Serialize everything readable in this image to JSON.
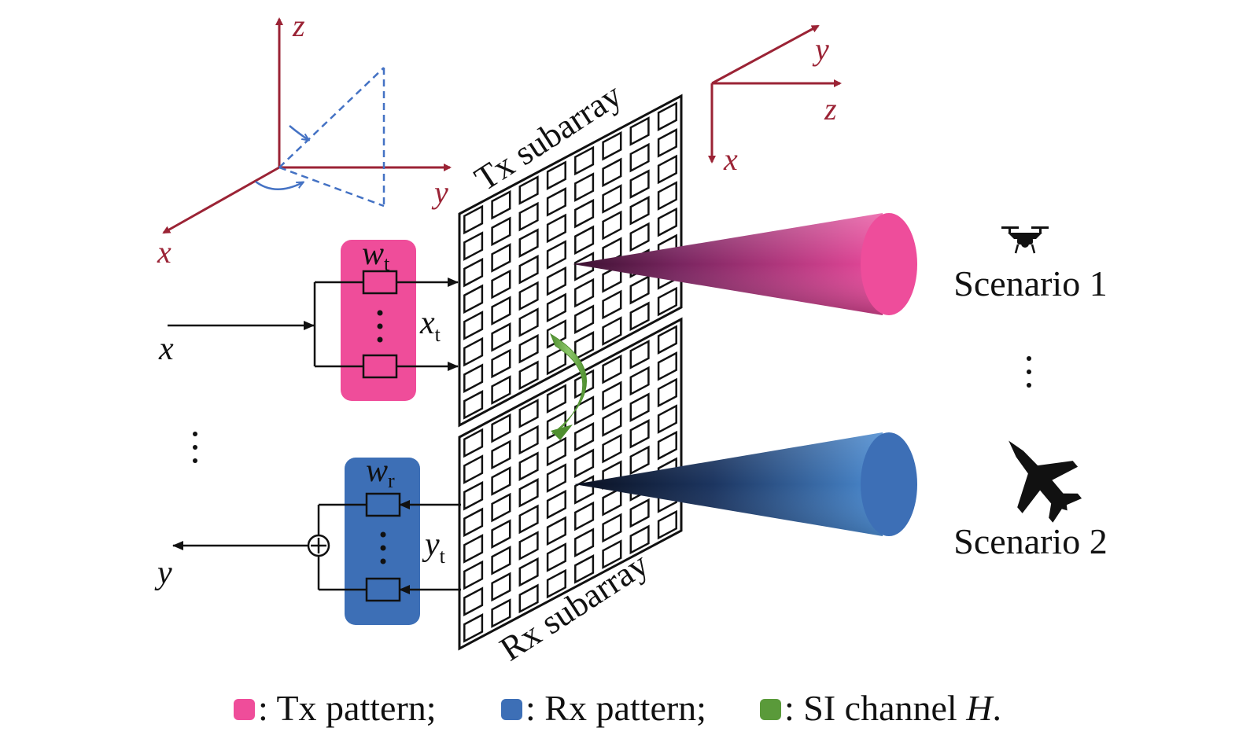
{
  "axes_left": {
    "z": "z",
    "y": "y",
    "x": "x"
  },
  "axes_right": {
    "y": "y",
    "z": "z",
    "x": "x"
  },
  "arrays": {
    "tx": "Tx subarray",
    "rx": "Rx subarray"
  },
  "signals": {
    "tx_weight": {
      "base": "w",
      "sub": "t"
    },
    "rx_weight": {
      "base": "w",
      "sub": "r"
    },
    "tx_out": {
      "base": "x",
      "sub": "t"
    },
    "rx_in": {
      "base": "y",
      "sub": "t"
    },
    "input": "x",
    "output": "y"
  },
  "scenarios": [
    "Scenario 1",
    "Scenario 2"
  ],
  "icons": {
    "scenario1": "drone-icon",
    "scenario2": "fighter-jet-icon"
  },
  "legend": [
    {
      "text": ": Tx pattern;",
      "color": "#ef4d9a"
    },
    {
      "text": ": Rx pattern;",
      "color": "#3d6fb6"
    },
    {
      "text": ": SI channel ",
      "emph": "H",
      "tail": ".",
      "color": "#5a9a3a"
    }
  ],
  "colors": {
    "axis": "#9b2335",
    "angle": "#4472c4",
    "tx_box": "#ef4d9a",
    "rx_box": "#3d6fb6",
    "si": "#6aa84f"
  }
}
